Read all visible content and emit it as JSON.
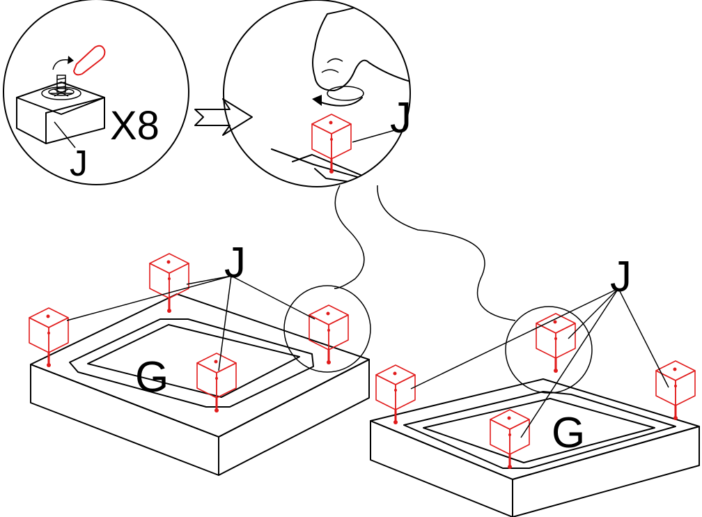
{
  "labels": {
    "multiplier": "X8",
    "part_j": "J",
    "part_g": "G"
  },
  "colors": {
    "ink": "#000000",
    "accent": "#e11b1b",
    "background": "#ffffff"
  },
  "icons": {
    "direction": "arrow-right-outline-icon",
    "screw_cap": "screw-cap-icon",
    "rotate": "rotate-arrow-icon"
  }
}
